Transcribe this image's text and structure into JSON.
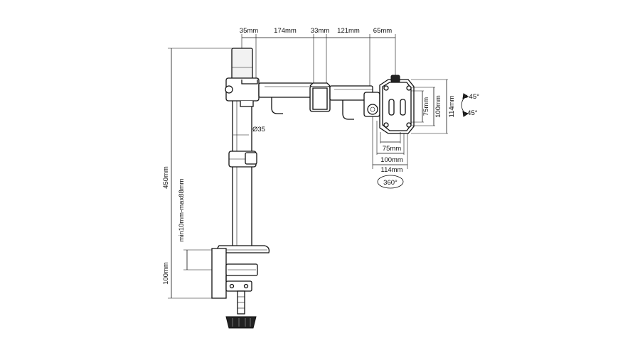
{
  "dimensions": {
    "arm_35": "35mm",
    "arm_174": "174mm",
    "arm_33": "33mm",
    "arm_121": "121mm",
    "arm_65": "65mm",
    "pole_diameter": "Ø35",
    "height_450": "450mm",
    "clamp_range": "min10mm-max88mm",
    "clamp_100": "100mm",
    "vesa_h_75": "75mm",
    "vesa_h_100": "100mm",
    "vesa_h_114": "114mm",
    "vesa_v_75": "75mm",
    "vesa_v_100": "100mm",
    "vesa_v_114": "114mm",
    "tilt_up": "+45°",
    "tilt_down": "-45°",
    "rotation": "360°"
  }
}
